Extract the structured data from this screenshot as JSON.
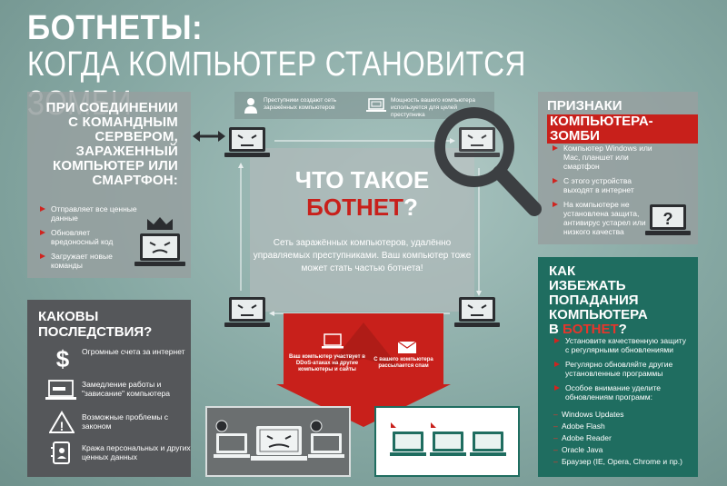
{
  "title": {
    "line1": "БОТНЕТЫ:",
    "line2": "КОГДА КОМПЬЮТЕР СТАНОВИТСЯ ЗОМБИ"
  },
  "strip": {
    "text1": "Преступники создают сеть заражённых компьютеров",
    "text2": "Мощность вашего компьютера используется для целей преступника"
  },
  "left_panel": {
    "heading": "ПРИ СОЕДИНЕНИИ С КОМАНДНЫМ СЕРВЕРОМ, ЗАРАЖЕННЫЙ КОМПЬЮТЕР ИЛИ СМАРТФОН:",
    "items": [
      "Отправляет все ценные данные",
      "Обновляет вредоносный код",
      "Загружает новые команды"
    ]
  },
  "right_panel": {
    "heading1": "ПРИЗНАКИ",
    "heading2": "КОМПЬЮТЕРА-ЗОМБИ",
    "items": [
      "Компьютер Windows или Mac, планшет или смартфон",
      "С этого устройства выходят в интернет",
      "На компьютере не установлена защита, антивирус устарел или низкого качества"
    ]
  },
  "center": {
    "title1": "ЧТО ТАКОЕ",
    "title2_red": "БОТНЕТ",
    "title2_q": "?",
    "body": "Сеть заражённых компьютеров, удалённо управляемых преступниками. Ваш компьютер тоже может стать частью ботнета!"
  },
  "consequences": {
    "heading": "КАКОВЫ ПОСЛЕДСТВИЯ?",
    "items": [
      "Огромные счета за интернет",
      "Замедление работы и \"зависание\" компьютера",
      "Возможные проблемы с законом",
      "Кража персональных и других ценных данных"
    ]
  },
  "avoid": {
    "heading_pre": "КАК ИЗБЕЖАТЬ ПОПАДАНИЯ КОМПЬЮТЕРА В",
    "heading_red": "БОТНЕТ",
    "heading_q": "?",
    "items": [
      "Установите качественную защиту с регулярными обновлениями",
      "Регулярно обновляйте другие установленные программы",
      "Особое внимание уделите обновлениям программ:"
    ],
    "programs": [
      "Windows Updates",
      "Adobe Flash",
      "Adobe Reader",
      "Oracle Java",
      "Браузер (IE, Opera, Chrome и пр.)"
    ]
  },
  "arrow": {
    "text1": "Ваш компьютер участвует в DDoS-атаках на другие компьютеры и сайты",
    "text2": "С вашего компьютера рассылается спам"
  },
  "colors": {
    "red": "#c8201b",
    "green": "#1f6d60",
    "dark": "#55575a"
  }
}
